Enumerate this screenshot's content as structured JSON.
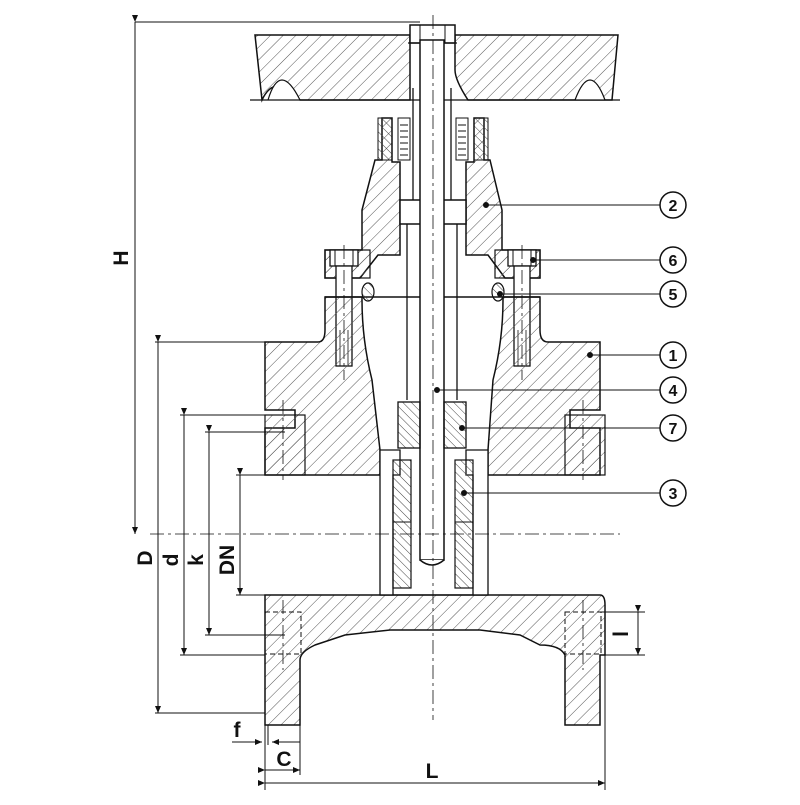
{
  "dimensions": {
    "H": "H",
    "D": "D",
    "d": "d",
    "k": "k",
    "DN": "DN",
    "f": "f",
    "C": "C",
    "L": "L",
    "l": "l"
  },
  "callouts": [
    "1",
    "2",
    "3",
    "4",
    "5",
    "6",
    "7"
  ],
  "colors": {
    "line": "#111111",
    "hatch": "#555555",
    "background": "#ffffff"
  }
}
